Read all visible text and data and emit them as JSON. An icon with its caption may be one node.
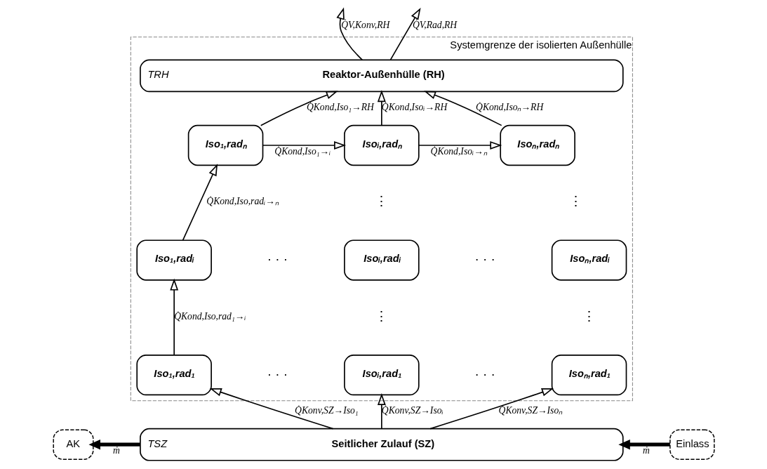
{
  "diagram": {
    "nodes": [
      {
        "text": [
          "Systemgrenze der isolierten Außenhülle"
        ]
      },
      {
        "text": [
          "TRH",
          "Reaktor-Außenhülle (RH)"
        ],
        "in": 0
      },
      {
        "text": [
          "Iso₁,radₙ"
        ],
        "in": 0
      },
      {
        "text": [
          "Isoᵢ,radₙ"
        ],
        "in": 0
      },
      {
        "text": [
          "Isoₙ,radₙ"
        ],
        "in": 0
      },
      {
        "text": [
          "Iso₁,radᵢ"
        ],
        "in": 0
      },
      {
        "text": [
          "Isoᵢ,radᵢ"
        ],
        "in": 0
      },
      {
        "text": [
          "Isoₙ,radᵢ"
        ],
        "in": 0
      },
      {
        "text": [
          "Iso₁,rad₁"
        ],
        "in": 0
      },
      {
        "text": [
          "Isoᵢ,rad₁"
        ],
        "in": 0
      },
      {
        "text": [
          "Isoₙ,rad₁"
        ],
        "in": 0
      },
      {
        "text": [
          "AK"
        ]
      },
      {
        "text": [
          "TSZ",
          "Seitlicher Zulauf (SZ)"
        ]
      },
      {
        "text": [
          "Einlass"
        ]
      }
    ],
    "edges": [
      {
        "from": 1,
        "to": null,
        "arrow": "to",
        "label": "Q̇V,Konv,RH"
      },
      {
        "from": 1,
        "to": null,
        "arrow": "to",
        "label": "Q̇V,Rad,RH"
      },
      {
        "from": 2,
        "to": 1,
        "arrow": "to",
        "label": "Q̇Kond,Iso₁→RH"
      },
      {
        "from": 3,
        "to": 1,
        "arrow": "to",
        "label": "Q̇Kond,Isoᵢ→RH"
      },
      {
        "from": 4,
        "to": 1,
        "arrow": "to",
        "label": "Q̇Kond,Isoₙ→RH"
      },
      {
        "from": 2,
        "to": 3,
        "arrow": "to",
        "label": "Q̇Kond,Iso₁→ᵢ"
      },
      {
        "from": 3,
        "to": 4,
        "arrow": "to",
        "label": "Q̇Kond,Isoᵢ→ₙ"
      },
      {
        "from": 5,
        "to": 2,
        "arrow": "to",
        "label": "Q̇Kond,Iso,radᵢ→ₙ"
      },
      {
        "from": 8,
        "to": 5,
        "arrow": "to",
        "label": "Q̇Kond,Iso,rad₁→ᵢ"
      },
      {
        "from": 12,
        "to": 8,
        "arrow": "to",
        "label": "Q̇Konv,SZ→Iso₁"
      },
      {
        "from": 12,
        "to": 9,
        "arrow": "to",
        "label": "Q̇Konv,SZ→Isoᵢ"
      },
      {
        "from": 12,
        "to": 10,
        "arrow": "to",
        "label": "Q̇Konv,SZ→Isoₙ"
      },
      {
        "from": 12,
        "to": 11,
        "arrow": "to",
        "label": "ṁ",
        "style": "thick"
      },
      {
        "from": 13,
        "to": 12,
        "arrow": "to",
        "label": "ṁ",
        "style": "thick"
      }
    ],
    "labels": [
      "⋮",
      "⋮",
      "· · ·",
      "· · ·",
      "⋮",
      "⋮",
      "· · ·",
      "· · ·"
    ]
  }
}
